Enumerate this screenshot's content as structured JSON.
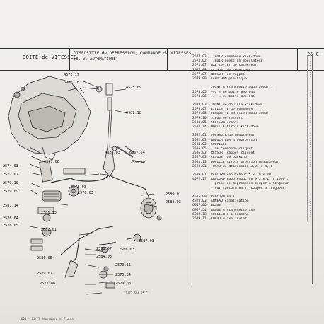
{
  "header": {
    "section": "BOITE de VITESSES",
    "description_line1": "DISPOSITIF de DEPRESSION, COMMANDE de VITESSES",
    "description_line2": "(B. V. AUTOMATIQUE)",
    "page_code": "25 C"
  },
  "parts": [
    {
      "ref": "2574.03",
      "desc": "TIROIR commande kick-down",
      "qty": "1"
    },
    {
      "ref": "2574.02",
      "desc": "TIROIR pression modulateur",
      "qty": "1"
    },
    {
      "ref": "2571.07",
      "desc": "AXE levier de sélecteur",
      "qty": "1"
    },
    {
      "ref": "2577.08",
      "desc": "RESSORT de sélecteur",
      "qty": "1"
    },
    {
      "ref": "2577.07",
      "desc": "RESSORT de rappel",
      "qty": "1"
    },
    {
      "ref": "2579.09",
      "desc": "CAPUCHON plastique",
      "qty": "1"
    },
    {
      "ref": "",
      "desc": "",
      "qty": ""
    },
    {
      "ref": "",
      "desc": "  JOINT d'étanchéité modulateur :",
      "qty": ""
    },
    {
      "ref": "2578.05",
      "desc": "  —»I « de boîte 895.044",
      "qty": "1"
    },
    {
      "ref": "2578.06",
      "desc": "  I«— « de boîte 895.045",
      "qty": "1"
    },
    {
      "ref": "",
      "desc": "",
      "qty": ""
    },
    {
      "ref": "2578.03",
      "desc": "JOINT de douille kick-down",
      "qty": "1"
    },
    {
      "ref": "2579.07",
      "desc": "BIELLETTE de commande",
      "qty": "1"
    },
    {
      "ref": "2579.08",
      "desc": "PLAQUETTE maintien modulateur",
      "qty": "1"
    },
    {
      "ref": "2579.10",
      "desc": "SIEGE de ressort",
      "qty": "1"
    },
    {
      "ref": "2580.05",
      "desc": "SECTEUR cranté",
      "qty": "1"
    },
    {
      "ref": "2581.14",
      "desc": "DOUILLE tiroir kick-down",
      "qty": "1"
    },
    {
      "ref": "",
      "desc": "",
      "qty": ""
    },
    {
      "ref": "2582.01",
      "desc": "POUSSOIR de modulateur",
      "qty": "1"
    },
    {
      "ref": "2582.03",
      "desc": "MODULATEUR à dépression",
      "qty": "1"
    },
    {
      "ref": "2584.03",
      "desc": "GOUPILLE",
      "qty": "1"
    },
    {
      "ref": "2585.05",
      "desc": "TIGE commande cliquet",
      "qty": "1"
    },
    {
      "ref": "2586.03",
      "desc": "RESSORT rappel cliquet",
      "qty": "1"
    },
    {
      "ref": "2587.03",
      "desc": "CLIQUET de parking",
      "qty": "1"
    },
    {
      "ref": "2581.13",
      "desc": "DOUILLE tiroir pression modulateur",
      "qty": "1"
    },
    {
      "ref": "2588.01",
      "desc": "TUYAU de dépression 3,34 x 4,76",
      "qty": "1"
    },
    {
      "ref": "",
      "desc": "",
      "qty": ""
    },
    {
      "ref": "2589.01",
      "desc": "RACCORD caoutchouc 5 x 10 x 30",
      "qty": "1"
    },
    {
      "ref": "4572.17",
      "desc": "RACCORD caoutchouc de 9,5 x 17 x 1500 :",
      "qty": "1"
    },
    {
      "ref": "",
      "desc": "  - prise de dépression couper à longueur",
      "qty": ""
    },
    {
      "ref": "",
      "desc": "  - sur raccord en T, couper à longueur",
      "qty": ""
    },
    {
      "ref": "",
      "desc": "",
      "qty": ""
    },
    {
      "ref": "4575.09",
      "desc": "RACCORD en T",
      "qty": "1"
    },
    {
      "ref": "4828.03",
      "desc": "ANNEAU canalisation",
      "qty": "1"
    },
    {
      "ref": "6547.06",
      "desc": "BRIDE",
      "qty": "1"
    },
    {
      "ref": "6967.54",
      "desc": "BAGUE d'étanchéité axe",
      "qty": "1"
    },
    {
      "ref": "6982.18",
      "desc": "COLLIER à 1 branche",
      "qty": "1"
    },
    {
      "ref": "2579.11",
      "desc": "CORDU d'axe levier",
      "qty": "1"
    }
  ],
  "callouts": [
    {
      "text": "4572.17"
    },
    {
      "text": "6982.18"
    },
    {
      "text": "4575.09"
    },
    {
      "text": "6982.18"
    },
    {
      "text": "4828.03"
    },
    {
      "text": "6967.54"
    },
    {
      "text": "2588.01"
    },
    {
      "text": "2574.03"
    },
    {
      "text": "6547.06"
    },
    {
      "text": "2577.07"
    },
    {
      "text": "2579.10"
    },
    {
      "text": "2579.09"
    },
    {
      "text": "2578.03"
    },
    {
      "text": "2581.14"
    },
    {
      "text": "2576.03"
    },
    {
      "text": "2581.13"
    },
    {
      "text": "2582.01"
    },
    {
      "text": "2589.01"
    },
    {
      "text": "2582.03"
    },
    {
      "text": "2578.04"
    },
    {
      "text": "2578.05"
    },
    {
      "text": "2586.03"
    },
    {
      "text": "2587.03"
    },
    {
      "text": "2580.05"
    },
    {
      "text": "2571.07"
    },
    {
      "text": "2584.03"
    },
    {
      "text": "2579.11"
    },
    {
      "text": "2579.07"
    },
    {
      "text": "2575.04"
    },
    {
      "text": "2579.08"
    },
    {
      "text": "2577.08"
    }
  ],
  "footer": {
    "ref_code": "11/77 604 25 C",
    "bottom_line": "604 - 11/77 Reproduit en France"
  }
}
